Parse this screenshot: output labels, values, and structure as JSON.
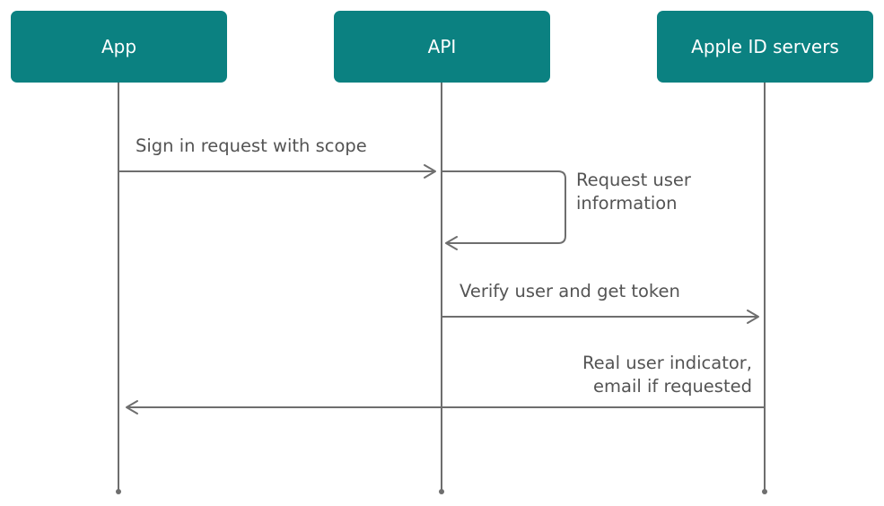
{
  "diagram": {
    "participants": [
      {
        "id": "app",
        "label": "App"
      },
      {
        "id": "api",
        "label": "API"
      },
      {
        "id": "apple",
        "label": "Apple ID servers"
      }
    ],
    "messages": [
      {
        "from": "app",
        "to": "api",
        "lines": [
          "Sign in request with scope"
        ]
      },
      {
        "from": "api",
        "to": "api",
        "lines": [
          "Request user",
          "information"
        ]
      },
      {
        "from": "api",
        "to": "apple",
        "lines": [
          "Verify user and get token"
        ]
      },
      {
        "from": "apple",
        "to": "app",
        "lines": [
          "Real user indicator,",
          "email if requested"
        ]
      }
    ],
    "colors": {
      "actor_fill": "#0b8181",
      "actor_text": "#ffffff",
      "line": "#6e6e6e",
      "label": "#545454"
    }
  }
}
